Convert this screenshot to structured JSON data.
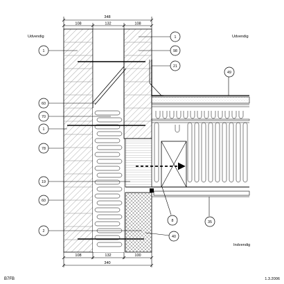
{
  "dimensions": {
    "top_total": "348",
    "top_parts": [
      "108",
      "132",
      "108"
    ],
    "bottom_parts": [
      "108",
      "132",
      "100"
    ],
    "bottom_total": "340"
  },
  "labels": {
    "outside_left": "Udvendig",
    "outside_right": "Udvendig",
    "inside": "Indvendig"
  },
  "callouts_left": [
    "1",
    "60",
    "70",
    "1",
    "78",
    "19",
    "60",
    "2"
  ],
  "callouts_right": [
    "1",
    "98",
    "21",
    "49",
    "8",
    "35",
    "40"
  ],
  "footer": {
    "code": "B7FB",
    "date": "1.3.2006"
  }
}
